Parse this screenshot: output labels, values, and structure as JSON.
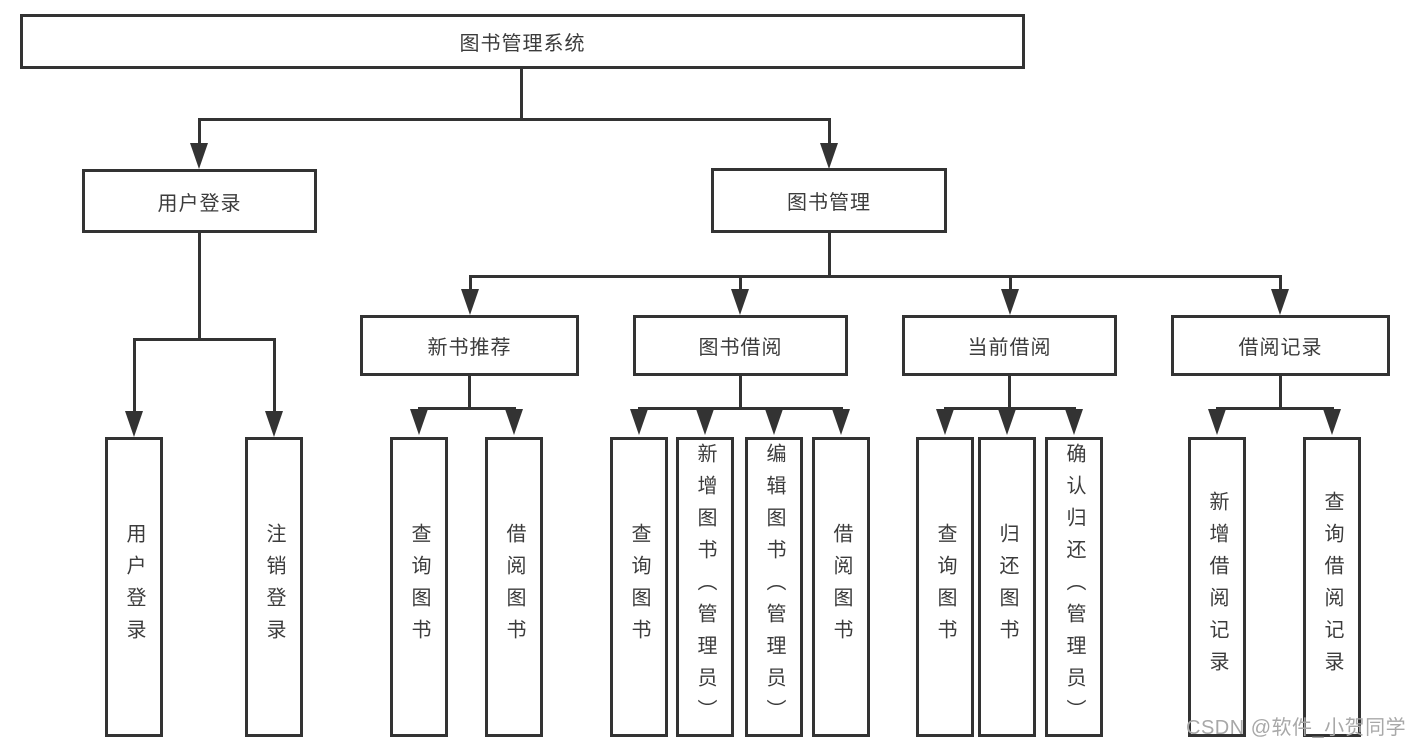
{
  "colors": {
    "line": "#333333",
    "text": "#3c3c3c",
    "watermark": "#a8a8a8"
  },
  "watermark": {
    "text": "CSDN @软件_小贺同学"
  },
  "tree": {
    "root": {
      "label": "图书管理系统",
      "children": [
        {
          "label": "用户登录",
          "children": [
            {
              "label": "用户登录"
            },
            {
              "label": "注销登录"
            }
          ]
        },
        {
          "label": "图书管理",
          "children": [
            {
              "label": "新书推荐",
              "children": [
                {
                  "label": "查询图书"
                },
                {
                  "label": "借阅图书"
                }
              ]
            },
            {
              "label": "图书借阅",
              "children": [
                {
                  "label": "查询图书"
                },
                {
                  "label": "新增图书（管理员）"
                },
                {
                  "label": "编辑图书（管理员）"
                },
                {
                  "label": "借阅图书"
                }
              ]
            },
            {
              "label": "当前借阅",
              "children": [
                {
                  "label": "查询图书"
                },
                {
                  "label": "归还图书"
                },
                {
                  "label": "确认归还（管理员）"
                }
              ]
            },
            {
              "label": "借阅记录",
              "children": [
                {
                  "label": "新增借阅记录"
                },
                {
                  "label": "查询借阅记录"
                }
              ]
            }
          ]
        }
      ]
    }
  }
}
